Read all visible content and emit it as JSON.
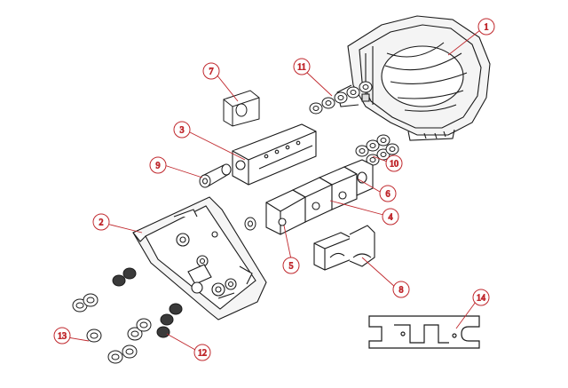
{
  "diagram": {
    "colors": {
      "line": "#1a1a1a",
      "callout": "#c0282d",
      "dark_part": "#3a3a3a",
      "paper": "#ffffff"
    },
    "callouts": [
      {
        "id": "1",
        "label": "1"
      },
      {
        "id": "2",
        "label": "2"
      },
      {
        "id": "3",
        "label": "3"
      },
      {
        "id": "4",
        "label": "4"
      },
      {
        "id": "5",
        "label": "5"
      },
      {
        "id": "6",
        "label": "6"
      },
      {
        "id": "7",
        "label": "7"
      },
      {
        "id": "8",
        "label": "8"
      },
      {
        "id": "9",
        "label": "9"
      },
      {
        "id": "10",
        "label": "10"
      },
      {
        "id": "11",
        "label": "11"
      },
      {
        "id": "12",
        "label": "12"
      },
      {
        "id": "13",
        "label": "13"
      },
      {
        "id": "14",
        "label": "14"
      }
    ]
  }
}
